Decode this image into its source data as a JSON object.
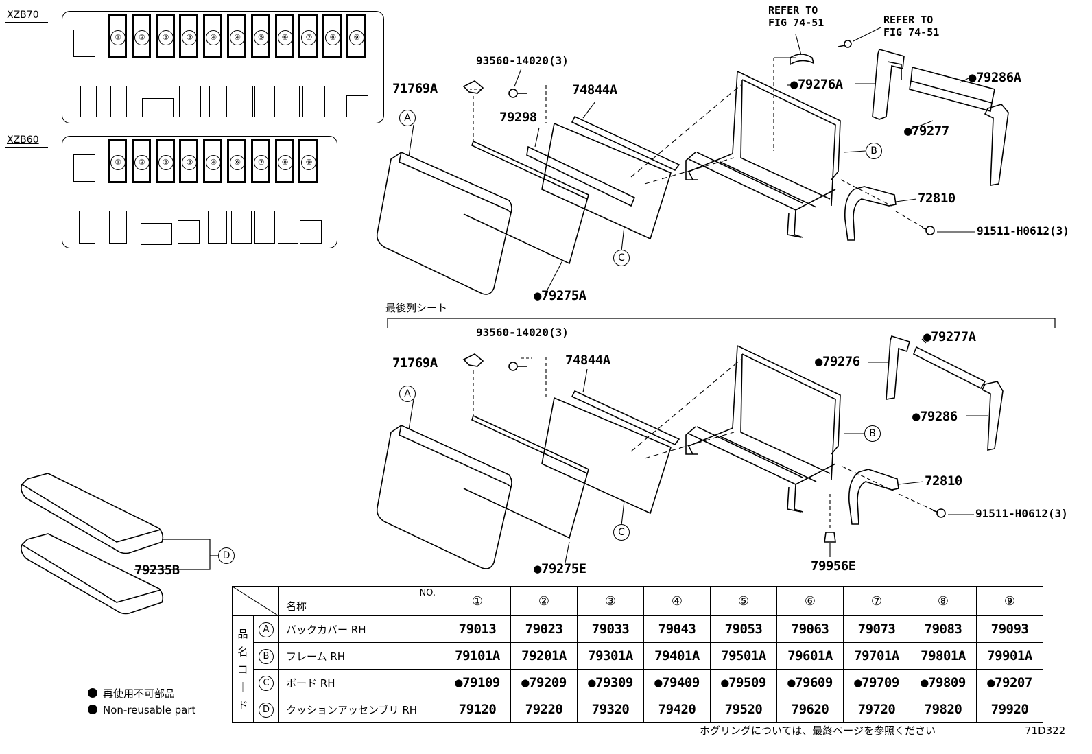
{
  "lineups": {
    "xzb70": {
      "label": "XZB70",
      "slots": [
        "①",
        "②",
        "③",
        "③",
        "④",
        "④",
        "⑤",
        "⑥",
        "⑦",
        "⑧",
        "⑨"
      ]
    },
    "xzb60": {
      "label": "XZB60",
      "slots": [
        "①",
        "②",
        "③",
        "③",
        "④",
        "⑥",
        "⑦",
        "⑧",
        "⑨"
      ]
    }
  },
  "top_diagram": {
    "refer1": "REFER TO\nFIG 74-51",
    "refer2": "REFER TO\nFIG 74-51",
    "parts": {
      "p93560": "93560-14020(3)",
      "p71769": "71769A",
      "p74844": "74844A",
      "p79298": "79298",
      "p79276": "●79276A",
      "p79286": "●79286A",
      "p79277": "●79277",
      "p72810": "72810",
      "p91511": "91511-H0612(3)",
      "p79275": "●79275A"
    },
    "markers": {
      "a": "A",
      "b": "B",
      "c": "C"
    }
  },
  "section_label": "最後列シート",
  "bottom_diagram": {
    "parts": {
      "p93560": "93560-14020(3)",
      "p71769": "71769A",
      "p74844": "74844A",
      "p79277": "●79277A",
      "p79276": "●79276",
      "p79286": "●79286",
      "p72810": "72810",
      "p91511": "91511-H0612(3)",
      "p79275": "●79275E",
      "p79956": "79956E"
    },
    "markers": {
      "a": "A",
      "b": "B",
      "c": "C"
    }
  },
  "cushion": {
    "part": "79235B",
    "marker": "D"
  },
  "table": {
    "header_name": "名称",
    "header_no": "NO.",
    "side_label": [
      "品",
      "名",
      "コ",
      "｜",
      "ド"
    ],
    "columns": [
      "①",
      "②",
      "③",
      "④",
      "⑤",
      "⑥",
      "⑦",
      "⑧",
      "⑨"
    ],
    "rows": [
      {
        "marker": "A",
        "name": "バックカバー RH",
        "values": [
          "79013",
          "79023",
          "79033",
          "79043",
          "79053",
          "79063",
          "79073",
          "79083",
          "79093"
        ]
      },
      {
        "marker": "B",
        "name": "フレーム RH",
        "values": [
          "79101A",
          "79201A",
          "79301A",
          "79401A",
          "79501A",
          "79601A",
          "79701A",
          "79801A",
          "79901A"
        ]
      },
      {
        "marker": "C",
        "name": "ボード RH",
        "values": [
          "●79109",
          "●79209",
          "●79309",
          "●79409",
          "●79509",
          "●79609",
          "●79709",
          "●79809",
          "●79207"
        ]
      },
      {
        "marker": "D",
        "name": "クッションアッセンブリ RH",
        "values": [
          "79120",
          "79220",
          "79320",
          "79420",
          "79520",
          "79620",
          "79720",
          "79820",
          "79920"
        ]
      }
    ]
  },
  "legend": {
    "jp": "再使用不可部品",
    "en": "Non-reusable part"
  },
  "footer_note": "ホグリングについては、最終ページを参照ください",
  "figure_code": "71D322"
}
